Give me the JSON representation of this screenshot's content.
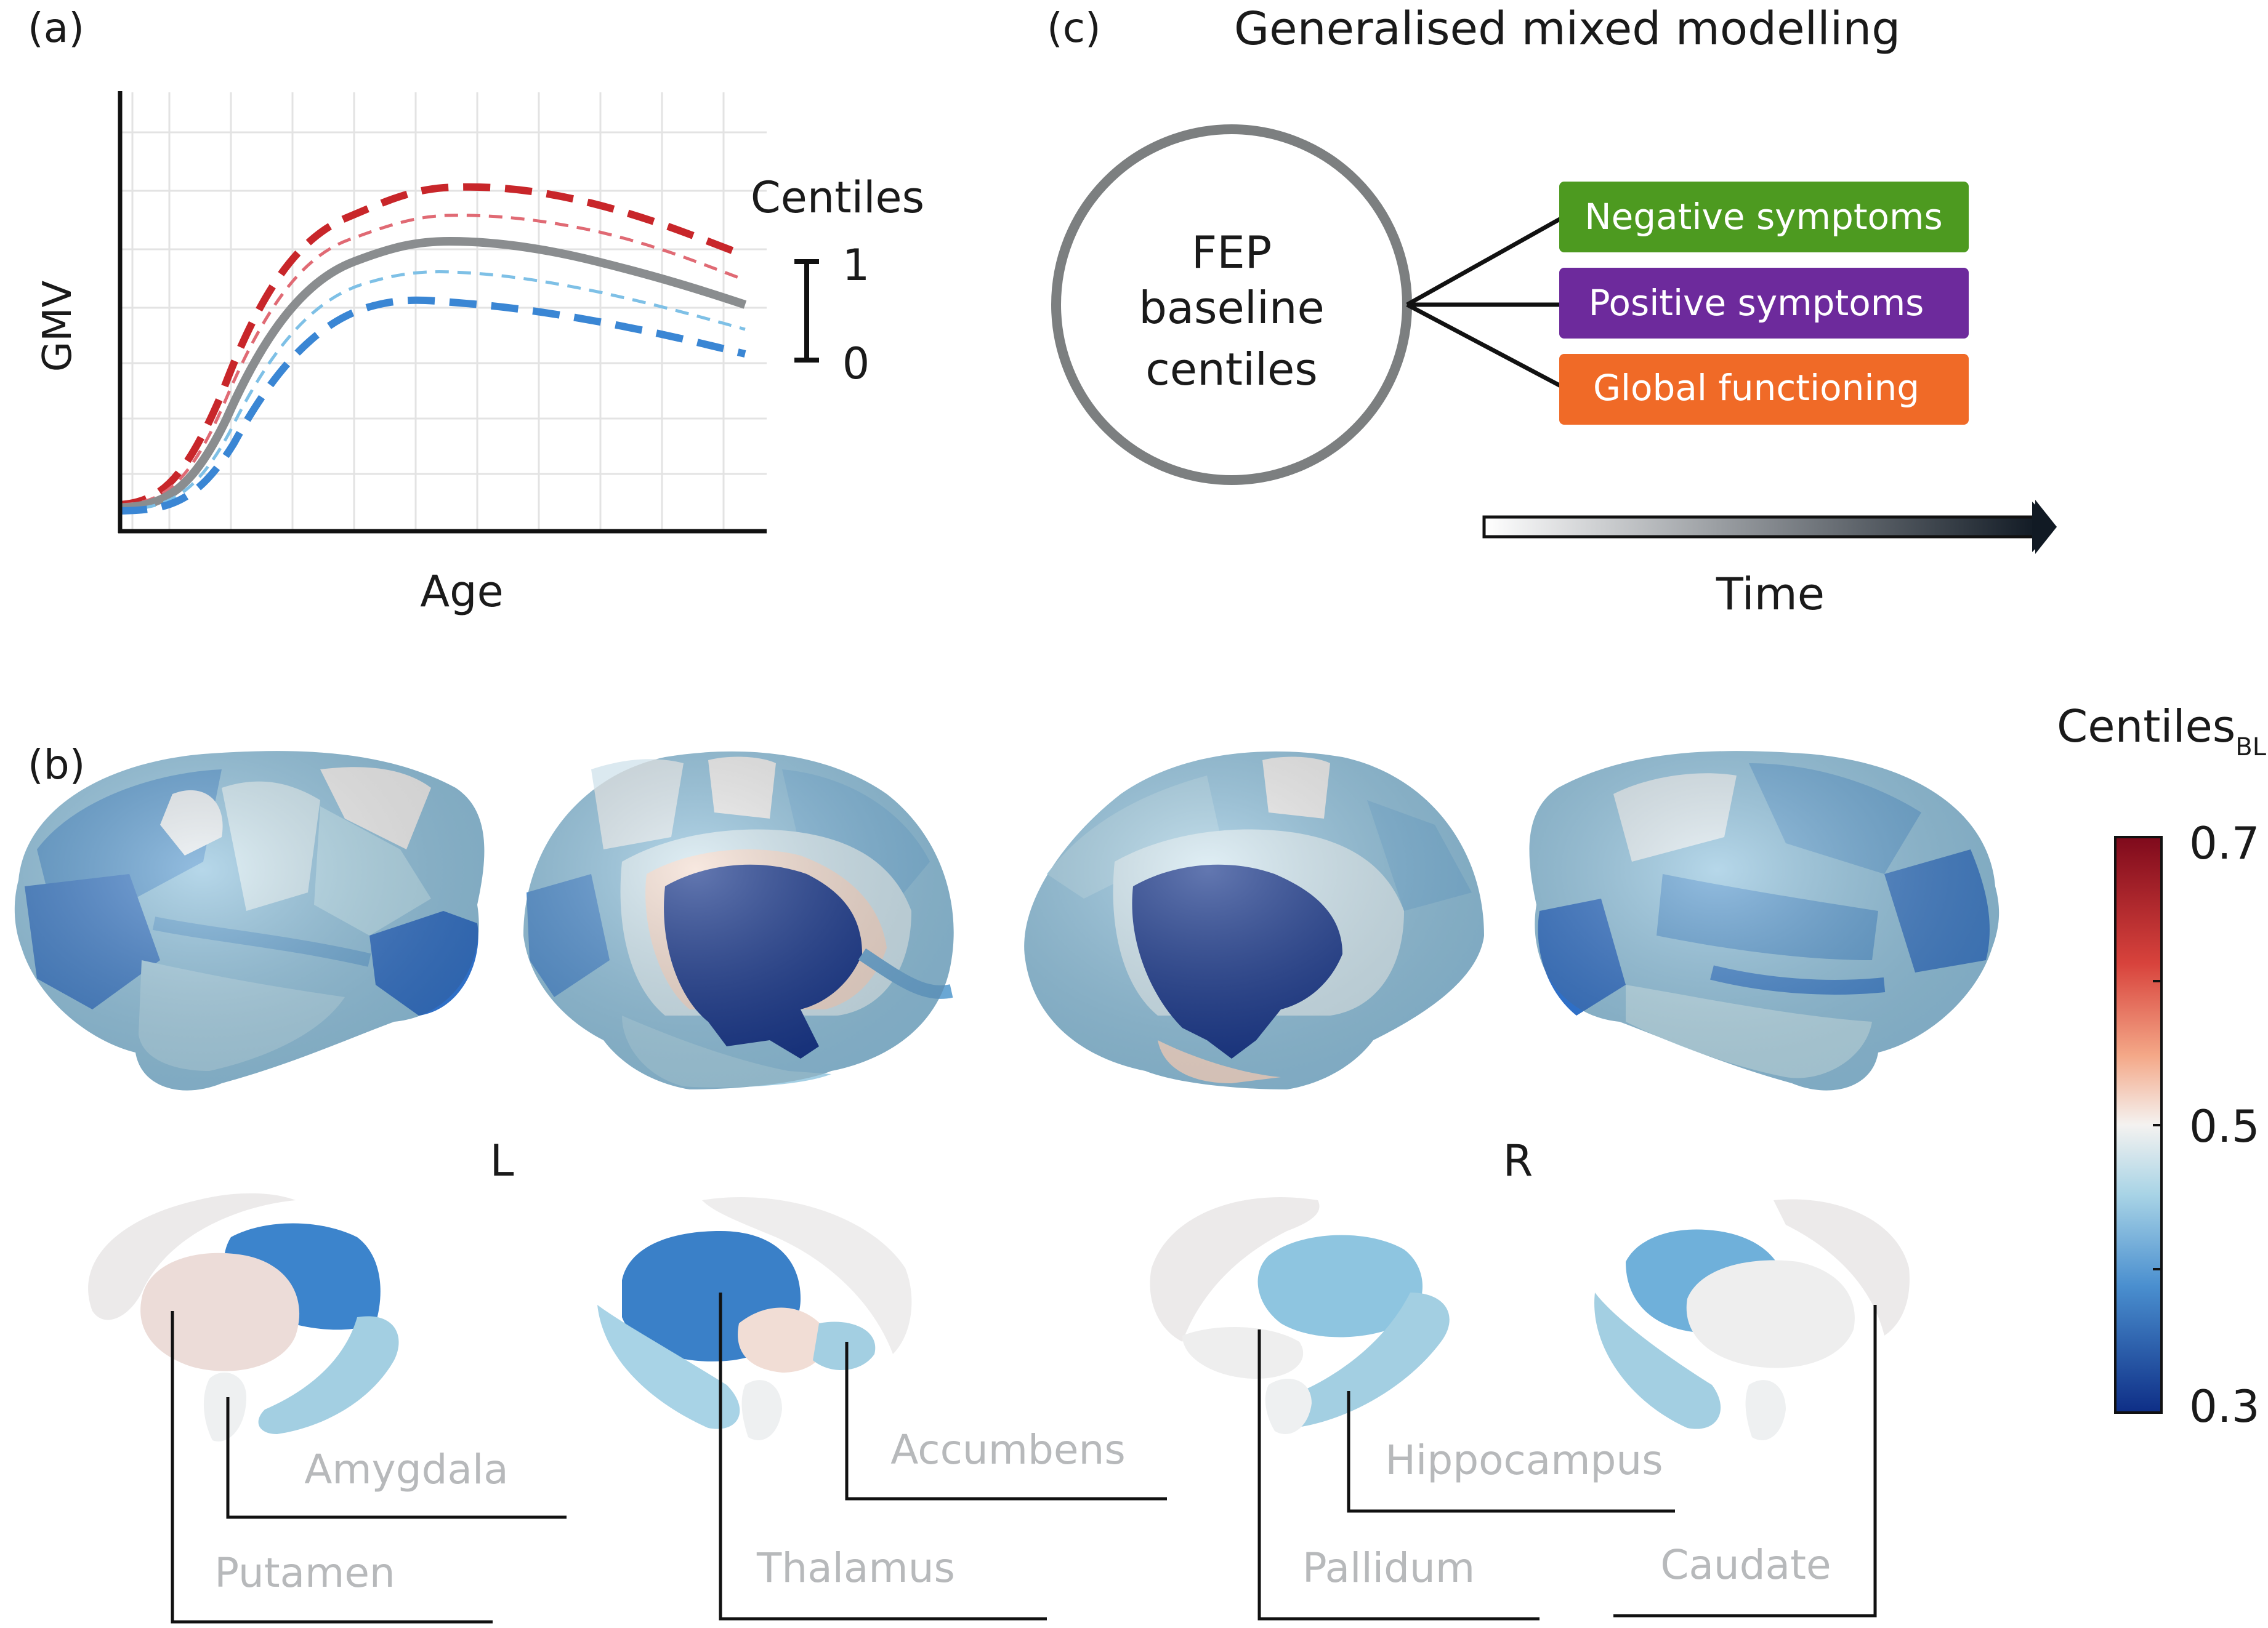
{
  "panel_a": {
    "label": "(a)",
    "x_label": "Age",
    "y_label": "GMV",
    "centile_title": "Centiles",
    "centile_top": "1",
    "centile_bottom": "0"
  },
  "panel_b": {
    "label": "(b)",
    "left_hemisphere": "L",
    "right_hemisphere": "R",
    "colorbar_title": "Centiles",
    "colorbar_sub": "BL",
    "colorbar_ticks": [
      "0.7",
      "0.5",
      "0.3"
    ],
    "colors": {
      "high": "#7f0a1c",
      "mid": "#f4f2f0",
      "low": "#0e2e86"
    },
    "subcortical_labels": {
      "amygdala": "Amygdala",
      "putamen": "Putamen",
      "accumbens": "Accumbens",
      "thalamus": "Thalamus",
      "hippocampus": "Hippocampus",
      "pallidum": "Pallidum",
      "caudate": "Caudate"
    }
  },
  "panel_c": {
    "label": "(c)",
    "title": "Generalised mixed modelling",
    "circle_line1": "FEP",
    "circle_line2": "baseline",
    "circle_line3": "centiles",
    "outcomes": [
      {
        "label": "Negative symptoms",
        "color": "#4d9a20"
      },
      {
        "label": "Positive symptoms",
        "color": "#6d2a9c"
      },
      {
        "label": "Global functioning",
        "color": "#f06a27"
      }
    ],
    "time_label": "Time"
  }
}
